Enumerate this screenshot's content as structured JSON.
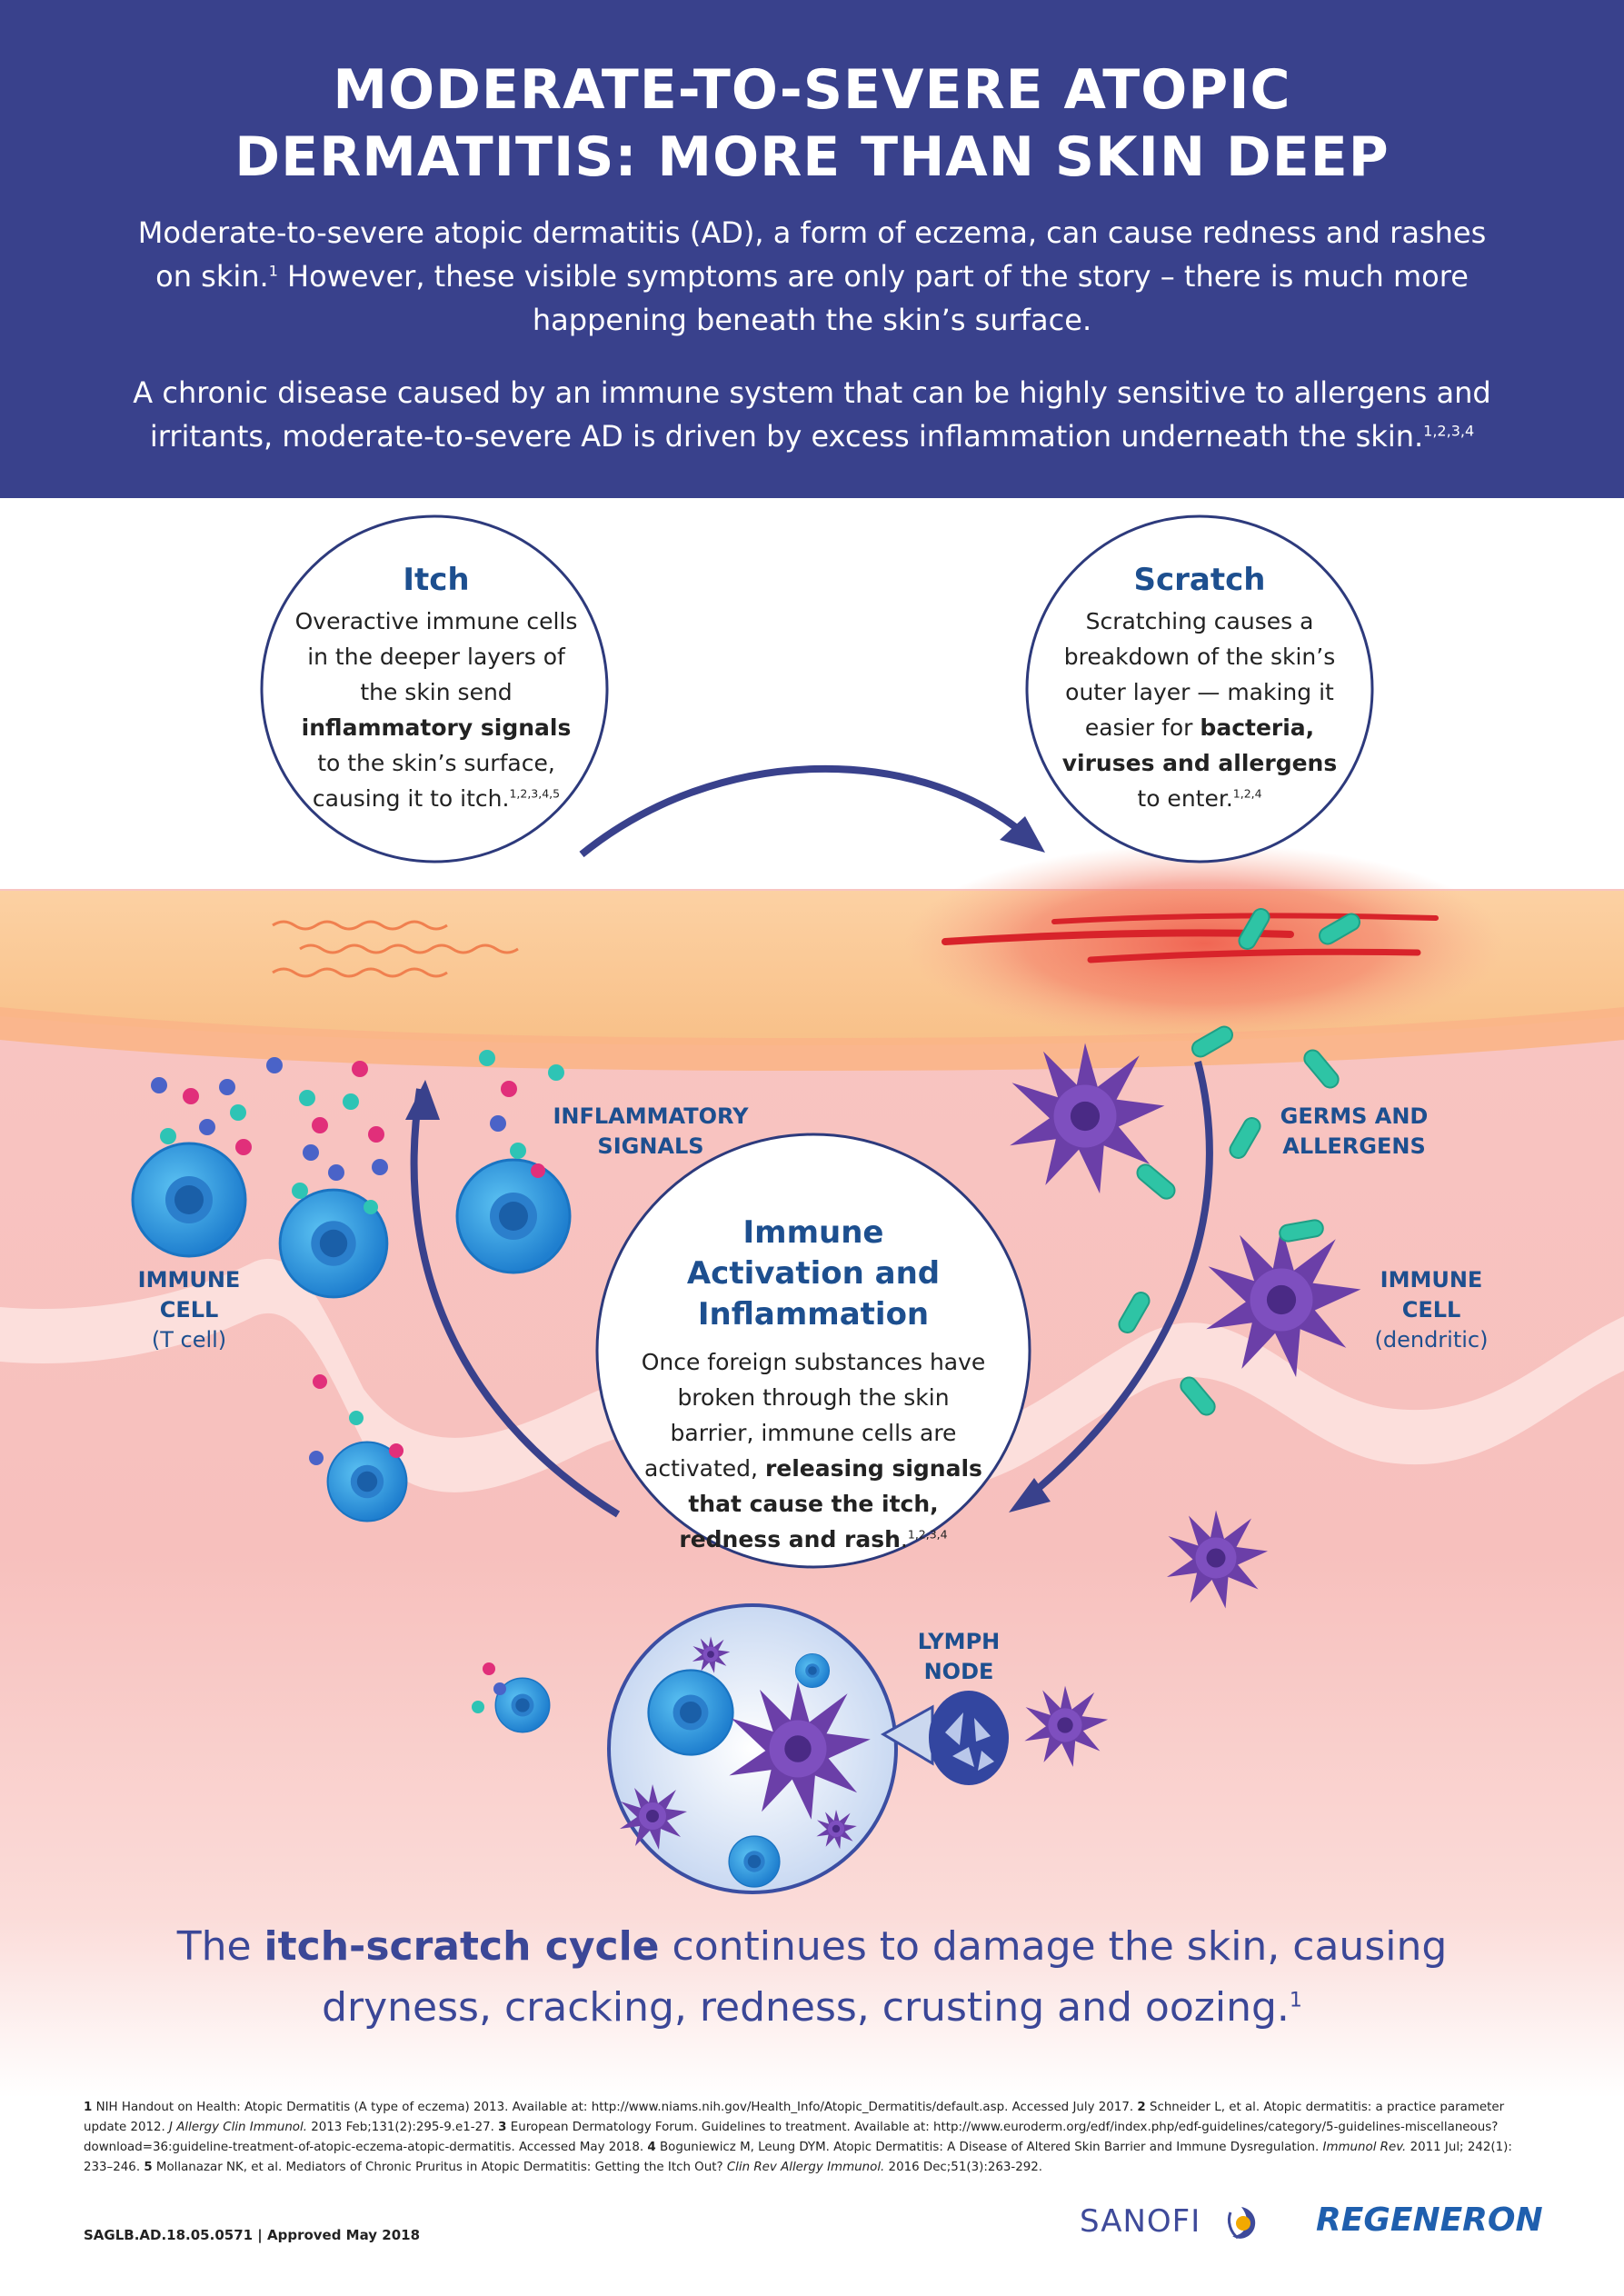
{
  "header": {
    "title_line1": "MODERATE-TO-SEVERE ATOPIC",
    "title_line2": "DERMATITIS: MORE THAN SKIN DEEP",
    "intro1_text": "Moderate-to-severe atopic dermatitis (AD), a form of eczema, can cause redness and rashes on skin.",
    "intro1_sup": "1",
    "intro1_tail": " However, these visible symptoms are only part of the story – there is much more happening beneath the skin’s surface.",
    "intro2_text": "A chronic disease caused by an immune system that can be highly sensitive to allergens and irritants, moderate-to-severe AD is driven by excess inflammation underneath the skin.",
    "intro2_sup": "1,2,3,4"
  },
  "itch": {
    "title": "Itch",
    "body_pre": "Overactive immune cells in the deeper layers of the skin send",
    "body_bold": "inflammatory signals",
    "body_post": "to the skin’s surface, causing it to itch.",
    "sup": "1,2,3,4,5"
  },
  "scratch": {
    "title": "Scratch",
    "body_pre": "Scratching causes a breakdown of the skin’s outer layer — making it easier for",
    "body_bold": "bacteria, viruses and allergens",
    "body_post": " to enter.",
    "sup": "1,2,4"
  },
  "immune": {
    "title_line1": "Immune",
    "title_line2": "Activation and",
    "title_line3": "Inflammation",
    "body_pre": "Once foreign substances have broken through the skin barrier, immune cells are activated,",
    "body_bold": "releasing signals that cause the itch, redness and rash",
    "body_post": ".",
    "sup": "1,2,3,4"
  },
  "labels": {
    "inflammatory_line1": "INFLAMMATORY",
    "inflammatory_line2": "SIGNALS",
    "germs_line1": "GERMS AND",
    "germs_line2": "ALLERGENS",
    "immune_t_line1": "IMMUNE",
    "immune_t_line2": "CELL",
    "immune_t_line3": "(T cell)",
    "immune_d_line1": "IMMUNE",
    "immune_d_line2": "CELL",
    "immune_d_line3": "(dendritic)",
    "lymph_line1": "LYMPH",
    "lymph_line2": "NODE"
  },
  "statement": {
    "pre": "The ",
    "bold": "itch-scratch cycle",
    "post": " continues to damage the skin, causing dryness, cracking, redness, crusting and oozing.",
    "sup": "1"
  },
  "references": {
    "r1_num": "1",
    "r1": " NIH Handout on Health: Atopic Dermatitis (A type of eczema) 2013. Available at: http://www.niams.nih.gov/Health_Info/Atopic_Dermatitis/default.asp. Accessed July 2017. ",
    "r2_num": "2",
    "r2_a": " Schneider L, et al. Atopic dermatitis: a practice parameter update 2012. ",
    "r2_journal": "J Allergy Clin Immunol.",
    "r2_b": " 2013 Feb;131(2):295-9.e1-27. ",
    "r3_num": "3",
    "r3": " European Dermatology Forum. Guidelines to treatment. Available at: http://www.euroderm.org/edf/index.php/edf-guidelines/category/5-guidelines-miscellaneous?download=36:guideline-treatment-of-atopic-eczema-atopic-dermatitis. Accessed May 2018. ",
    "r4_num": "4",
    "r4_a": " Boguniewicz M, Leung DYM. Atopic Dermatitis: A Disease of Altered Skin Barrier and Immune Dysregulation. ",
    "r4_journal": "Immunol Rev.",
    "r4_b": " 2011 Jul; 242(1): 233–246. ",
    "r5_num": "5",
    "r5_a": " Mollanazar NK, et al. Mediators of Chronic Pruritus in Atopic Dermatitis: Getting the Itch Out? ",
    "r5_journal": "Clin Rev Allergy Immunol.",
    "r5_b": " 2016 Dec;51(3):263-292."
  },
  "footer": {
    "approval": "SAGLB.AD.18.05.0571 | Approved May 2018",
    "sanofi": "SANOFI",
    "regeneron": "REGENERON"
  },
  "colors": {
    "header_bg": "#39418c",
    "title_blue": "#1d4f8f",
    "arrow": "#39418c",
    "t_cell": "#2e9ae0",
    "dendritic": "#6b3fa8",
    "germ": "#2ec4a5"
  },
  "icons": {
    "t_cell": "t-cell-icon",
    "dendritic_cell": "dendritic-cell-icon",
    "germ": "germ-icon",
    "lymph_node": "lymph-node-icon",
    "sanofi_mark": "sanofi-logo-icon"
  }
}
